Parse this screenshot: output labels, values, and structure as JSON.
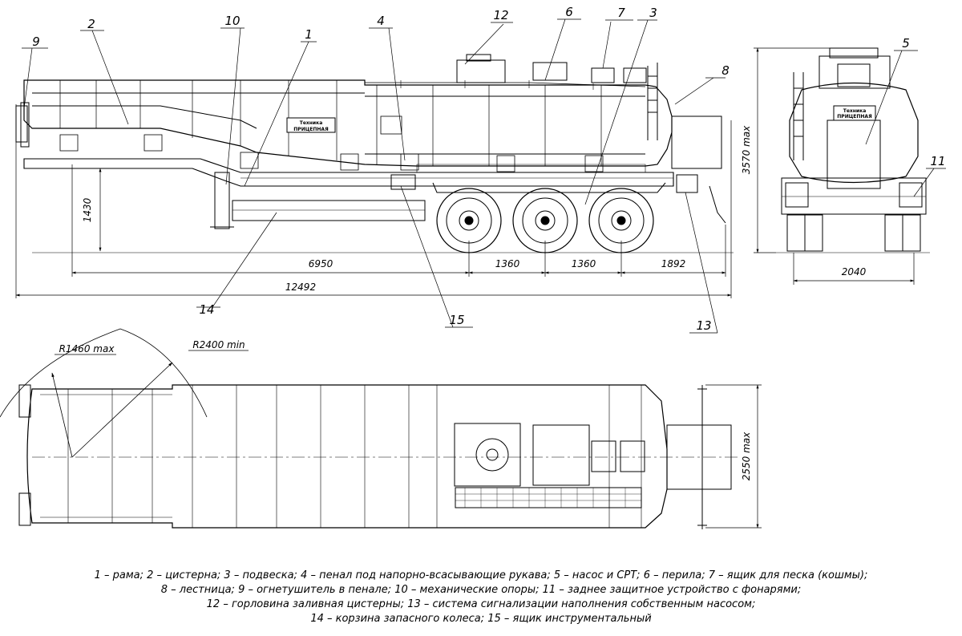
{
  "callouts": {
    "c1": "1",
    "c2": "2",
    "c3": "3",
    "c4": "4",
    "c5": "5",
    "c6": "6",
    "c7": "7",
    "c8": "8",
    "c9": "9",
    "c10": "10",
    "c11": "11",
    "c12": "12",
    "c13": "13",
    "c14": "14",
    "c15": "15"
  },
  "dimensions": {
    "d6950": "6950",
    "d1360a": "1360",
    "d1360b": "1360",
    "d1892": "1892",
    "d12492": "12492",
    "d1430": "1430",
    "d2040": "2040",
    "d3570": "3570 max",
    "d2550": "2550 max",
    "r1460": "R1460 max",
    "r2400": "R2400 min"
  },
  "tank_badge": {
    "line1": "Техника",
    "line2": "ПРИЦЕПНАЯ"
  },
  "legend": [
    "1 – рама; 2 – цистерна; 3 – подвеска; 4 – пенал под напорно-всасывающие рукава; 5 – насос и СРТ; 6 – перила; 7 – ящик для песка (кошмы);",
    "8 – лестница; 9 – огнетушитель в пенале; 10 – механические опоры; 11 – заднее защитное устройство с фонарями;",
    "12 – горловина заливная цистерны; 13 – система сигнализации наполнения собственным насосом;",
    "14 – корзина запасного колеса; 15 – ящик инструментальный"
  ]
}
